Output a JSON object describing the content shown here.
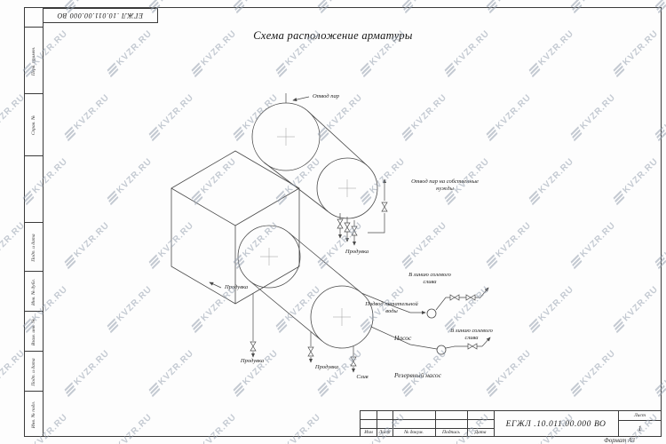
{
  "watermark": {
    "text": "KVZR.RU"
  },
  "top_stamp": {
    "code": "ЕГЖЛ .10.011.00.000  ВО"
  },
  "side_column": {
    "labels": [
      "Перв. примен.",
      "Справ. №",
      "Подп. и дата",
      "Инв. № дубл.",
      "Взам. инв. №",
      "Подп. и дата",
      "Инв. № подл."
    ]
  },
  "drawing": {
    "title": "Схема расположение арматуры",
    "labels": {
      "steam_outlet": "Отвод пар",
      "steam_own_needs": "Отвод пар на собственные\nнужды",
      "blowdown_right": "Продувка",
      "blowdown_left": "Продувка",
      "blowdown_bottom_1": "Продувка",
      "blowdown_bottom_2": "Продувка",
      "drain": "Слив",
      "feed_water": "Подвод питательной\nводы",
      "salt_drain_line_1": "В линию солевого\nслива",
      "salt_drain_line_2": "В линию солевого\nслива",
      "pump": "Насос",
      "reserve_pump": "Резервный насос"
    }
  },
  "title_block": {
    "doc_number": "ЕГЖЛ .10.011.00.000   ВО",
    "columns": [
      "Изм",
      "Лист",
      "№ докум.",
      "Подпись",
      "Дата"
    ],
    "sheet_label": "Лист",
    "sheet_value": "1",
    "format": "Формат А3"
  }
}
